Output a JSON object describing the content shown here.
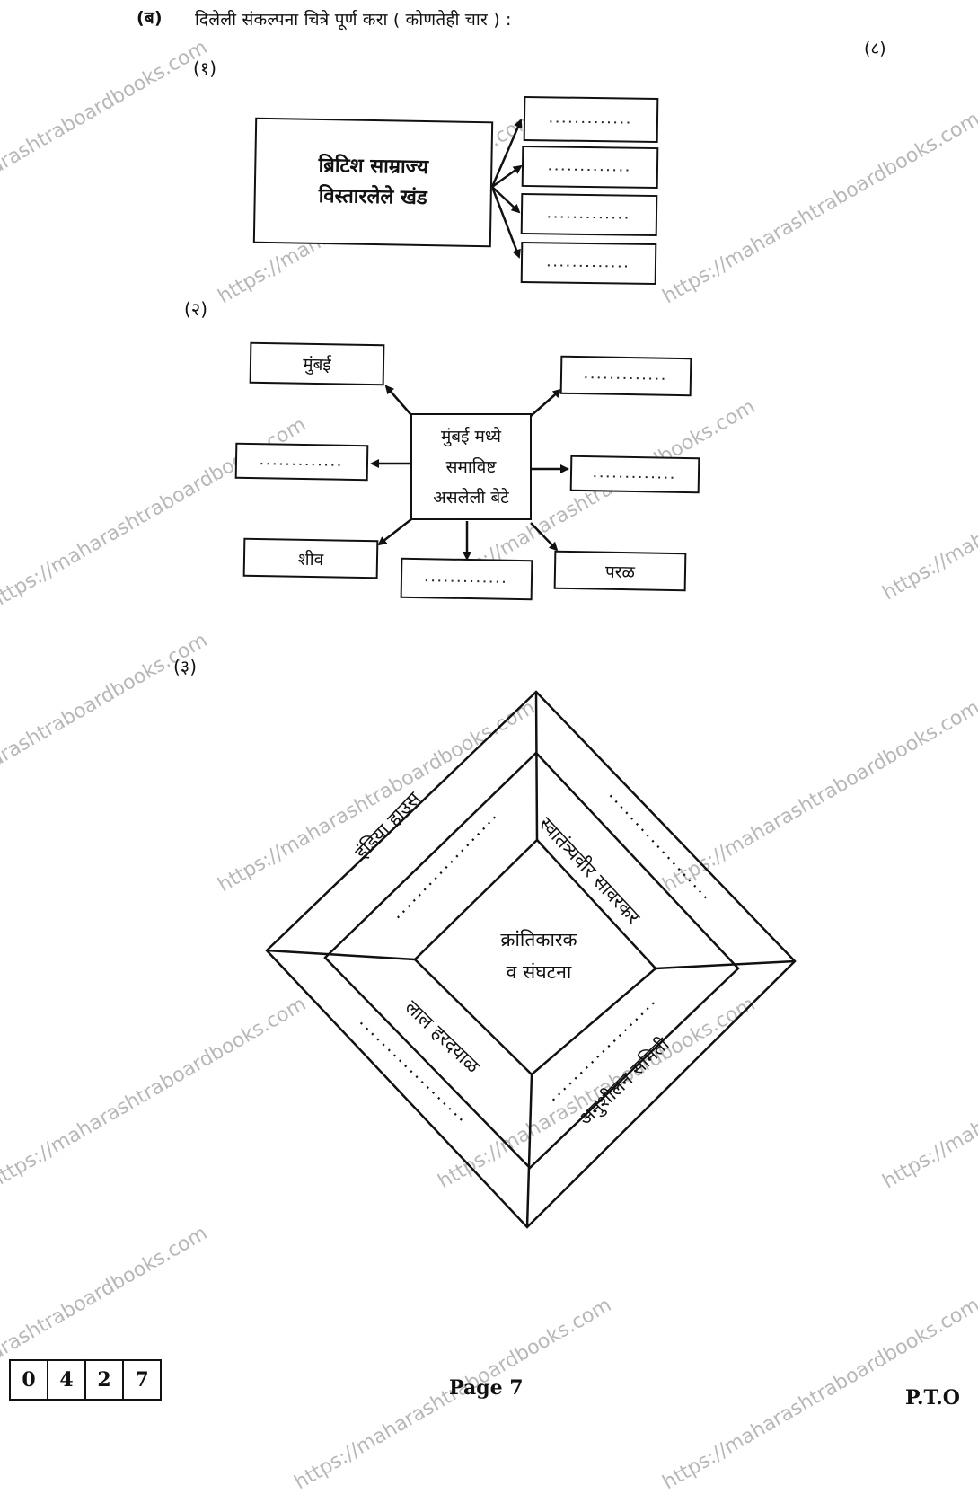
{
  "header": {
    "question_label": "(ब)",
    "instruction": "दिलेली संकल्पना चित्रे पूर्ण करा ( कोणतेही चार ) :",
    "marks": "(८)"
  },
  "diagram1": {
    "number": "(१)",
    "main_box_line1": "ब्रिटिश साम्राज्य",
    "main_box_line2": "विस्तारलेले खंड",
    "blanks": [
      ".............",
      ".............",
      ".............",
      "............."
    ]
  },
  "diagram2": {
    "number": "(२)",
    "center_line1": "मुंबई मध्ये",
    "center_line2": "समाविष्ट",
    "center_line3": "असलेली बेटे",
    "boxes": {
      "top_left": "मुंबई",
      "top_right": ".............",
      "left": ".............",
      "right": ".............",
      "bottom_left": "शीव",
      "bottom": ".............",
      "bottom_right": "परळ"
    }
  },
  "diagram3": {
    "number": "(३)",
    "center_line1": "क्रांतिकारक",
    "center_line2": "व संघटना",
    "labels": {
      "top_left": "इंडिया हाउस",
      "top_right": "स्वातंत्र्यवीर सावरकर",
      "bottom_left": "लाल हरदयाळ",
      "bottom_right": "अनुशीलन समिती"
    },
    "blanks": {
      "top_left": "...................",
      "top_right": "...................",
      "bottom_left": "...................",
      "bottom_right": "..................."
    }
  },
  "footer": {
    "code_digits": [
      "0",
      "4",
      "2",
      "7"
    ],
    "page_label": "Page 7",
    "pto": "P.T.O"
  },
  "watermark": {
    "text": "https://maharashtraboardbooks.com",
    "color": "#b8b8b8"
  }
}
